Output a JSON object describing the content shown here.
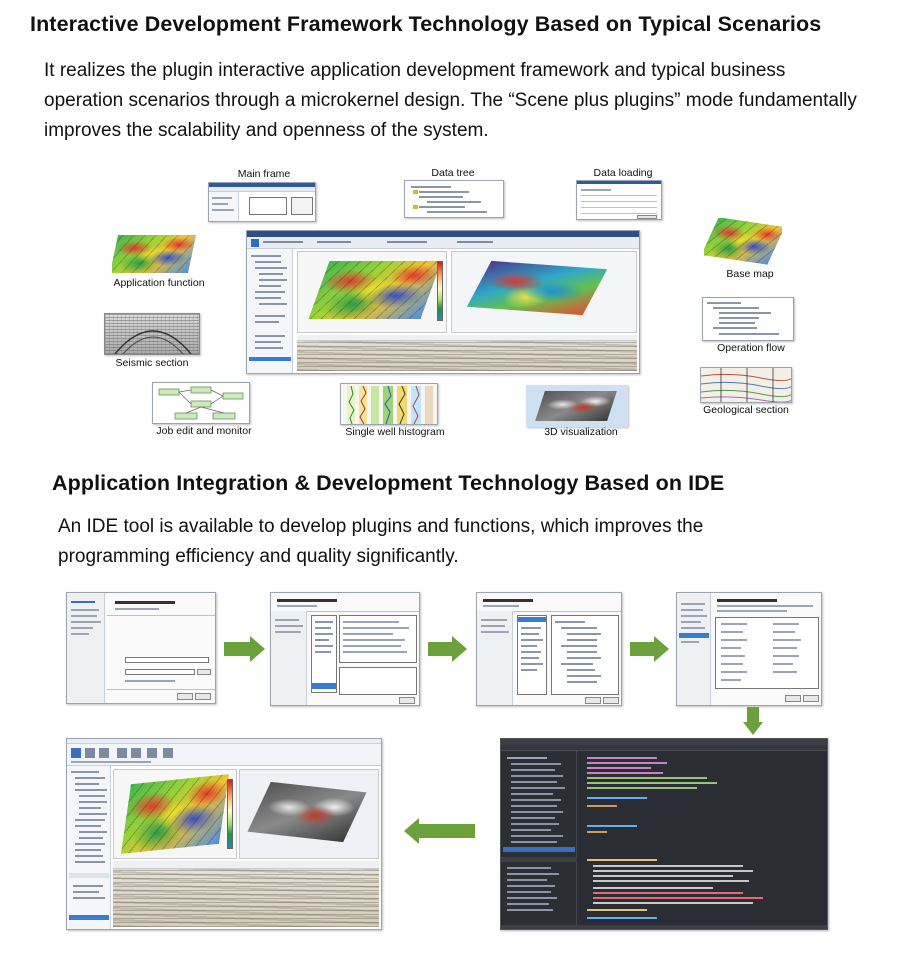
{
  "section1": {
    "heading": "Interactive Development Framework Technology Based on Typical Scenarios",
    "paragraph": "It realizes the plugin interactive application development framework and typical business operation scenarios through a microkernel design. The “Scene plus plugins” mode fundamentally improves the scalability and openness of the system.",
    "captions": {
      "main_frame": "Main frame",
      "data_tree": "Data tree",
      "data_loading": "Data loading",
      "application_function": "Application function",
      "base_map": "Base map",
      "seismic_section": "Seismic section",
      "operation_flow": "Operation flow",
      "job_edit": "Job edit and monitor",
      "single_well": "Single well histogram",
      "visualization_3d": "3D visualization",
      "geological_section": "Geological section"
    }
  },
  "section2": {
    "heading": "Application Integration & Development Technology Based on IDE",
    "paragraph": "An IDE tool is available to develop plugins and functions, which  improves the programming efficiency and quality significantly."
  },
  "colors": {
    "arrow": "#6aa13a",
    "accent_blue": "#2c5aa0",
    "text": "#111111"
  }
}
